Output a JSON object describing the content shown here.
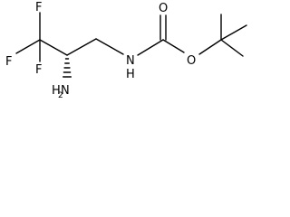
{
  "molecule": {
    "atoms": {
      "f_top": "F",
      "f_left": "F",
      "f_bottom": "F",
      "nh_n": "N",
      "nh_h": "H",
      "carbonyl_o": "O",
      "ester_o": "O",
      "amino_h": "H",
      "amino_n": "N",
      "amino_sub": "2"
    },
    "colors": {
      "bond": "#000000",
      "label": "#000000",
      "background": "#ffffff"
    }
  }
}
